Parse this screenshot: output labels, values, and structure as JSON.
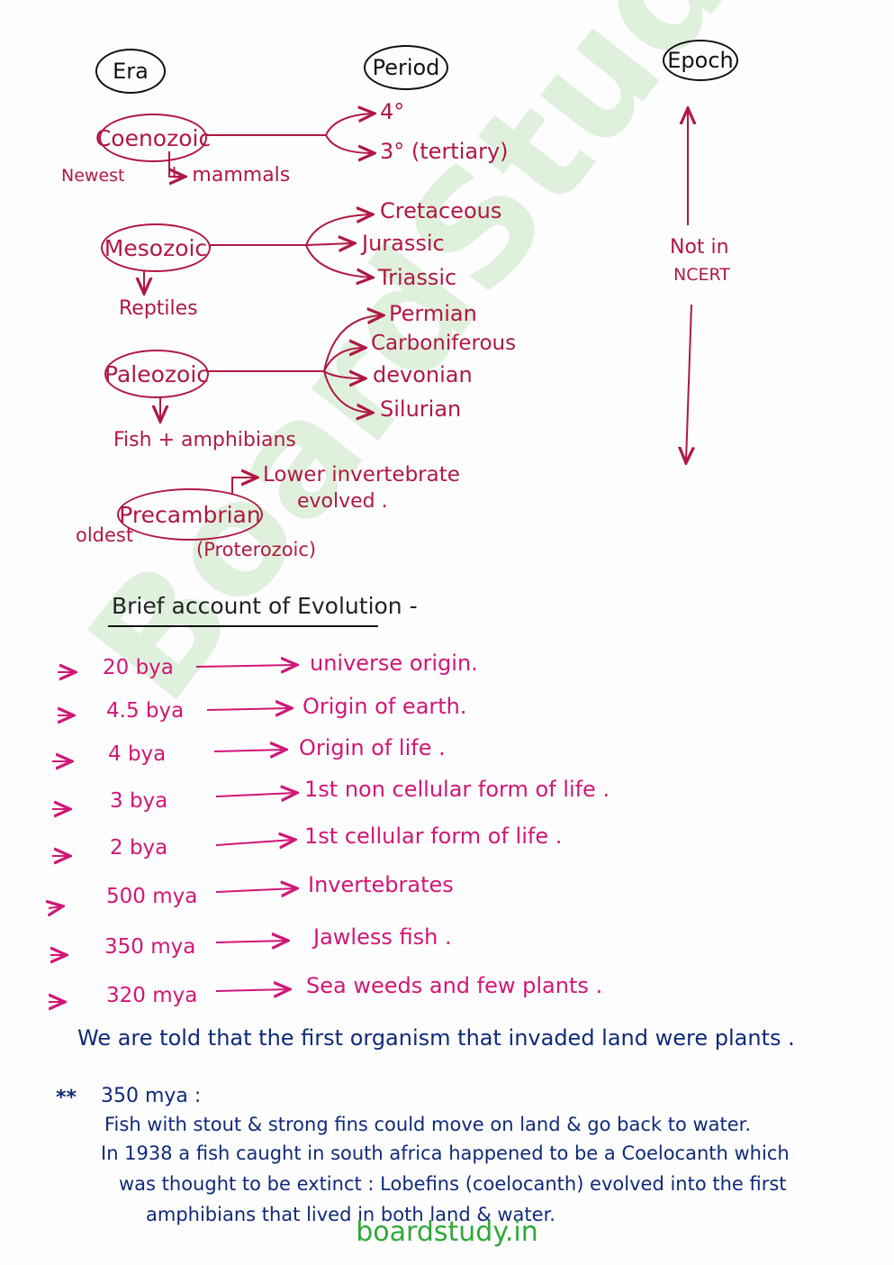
{
  "headers": {
    "era": "Era",
    "period": "Period",
    "epoch": "Epoch"
  },
  "eras": [
    {
      "name": "Coenozoic",
      "tag": "Newest",
      "note": "↳ mammals",
      "periods": [
        "4°",
        "3° (tertiary)"
      ]
    },
    {
      "name": "Mesozoic",
      "note": "Reptiles",
      "periods": [
        "Cretaceous",
        "Jurassic",
        "Triassic"
      ]
    },
    {
      "name": "Paleozoic",
      "note": "Fish + amphibians",
      "periods": [
        "Permian",
        "Carboniferous",
        "devonian",
        "Silurian"
      ]
    },
    {
      "name": "Precambrian",
      "tag": "oldest",
      "note": "(Proterozoic)",
      "periods": [
        "Lower invertebrate",
        "evolved ."
      ]
    }
  ],
  "epoch_note": [
    "Not in",
    "NCERT"
  ],
  "section_title": "Brief account of Evolution -",
  "timeline": [
    {
      "time": "20 bya",
      "event": "universe origin."
    },
    {
      "time": "4.5 bya",
      "event": "Origin of earth."
    },
    {
      "time": "4 bya",
      "event": "Origin of life ."
    },
    {
      "time": "3 bya",
      "event": "1st non cellular form of life ."
    },
    {
      "time": "2 bya",
      "event": "1st cellular form of life ."
    },
    {
      "time": "500 mya",
      "event": "Invertebrates"
    },
    {
      "time": "350 mya",
      "event": "Jawless fish ."
    },
    {
      "time": "320 mya",
      "event": "Sea weeds and few plants ."
    }
  ],
  "statement": "We are told that the first organism that invaded land were plants .",
  "note": {
    "marker": "**",
    "heading": "350 mya :",
    "lines": [
      "Fish with stout & strong fins could move on land & go back to water.",
      "In 1938 a fish caught in south africa happened to be a Coelocanth which",
      "was thought to be extinct : Lobefins (coelocanth) evolved into the first",
      "amphibians that lived in both land & water."
    ]
  },
  "watermark": "BoardStudy",
  "footer": "boardstudy.in",
  "colors": {
    "era": "#b01844",
    "timeline": "#d11677",
    "notes": "#0f2a78",
    "watermark": "#78c86e"
  }
}
